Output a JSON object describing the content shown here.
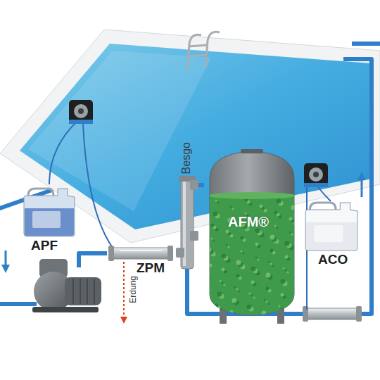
{
  "diagram": {
    "nodes": [
      {
        "text": [
          "APF"
        ]
      },
      {
        "text": [
          "ZPM"
        ]
      },
      {
        "text": [
          "Besgo"
        ]
      },
      {
        "text": [
          "AFM®"
        ]
      },
      {
        "text": [
          "ACO"
        ]
      }
    ],
    "edges": [
      {
        "from": 1,
        "to": 2,
        "arrow": "none"
      },
      {
        "from": 2,
        "to": 3,
        "arrow": "none"
      }
    ],
    "labels": [
      "Erdung"
    ]
  }
}
